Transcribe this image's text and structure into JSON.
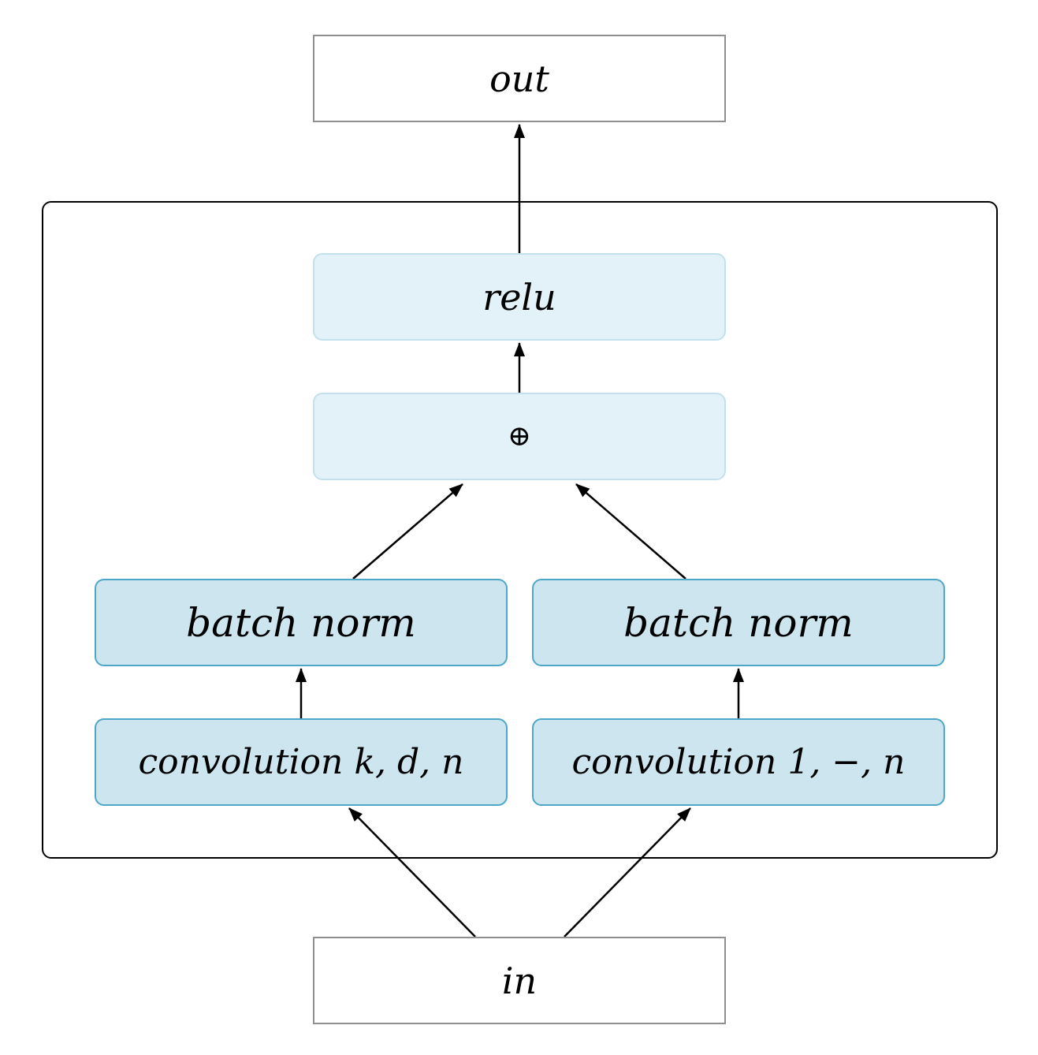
{
  "nodes": {
    "out": "out",
    "relu": "relu",
    "add": "⊕",
    "batch_norm_left": "batch norm",
    "batch_norm_right": "batch norm",
    "conv_left": "convolution k, d, n",
    "conv_right": {
      "word": "convolution",
      "args": "1, −, n"
    },
    "in": "in"
  },
  "colors": {
    "io_border": "#8f8f8f",
    "light_fill": "#e3f2f8",
    "light_border": "#c3e1ec",
    "mid_fill": "#cde5ef",
    "mid_border": "#4ea7c8",
    "edges": "#000000"
  }
}
